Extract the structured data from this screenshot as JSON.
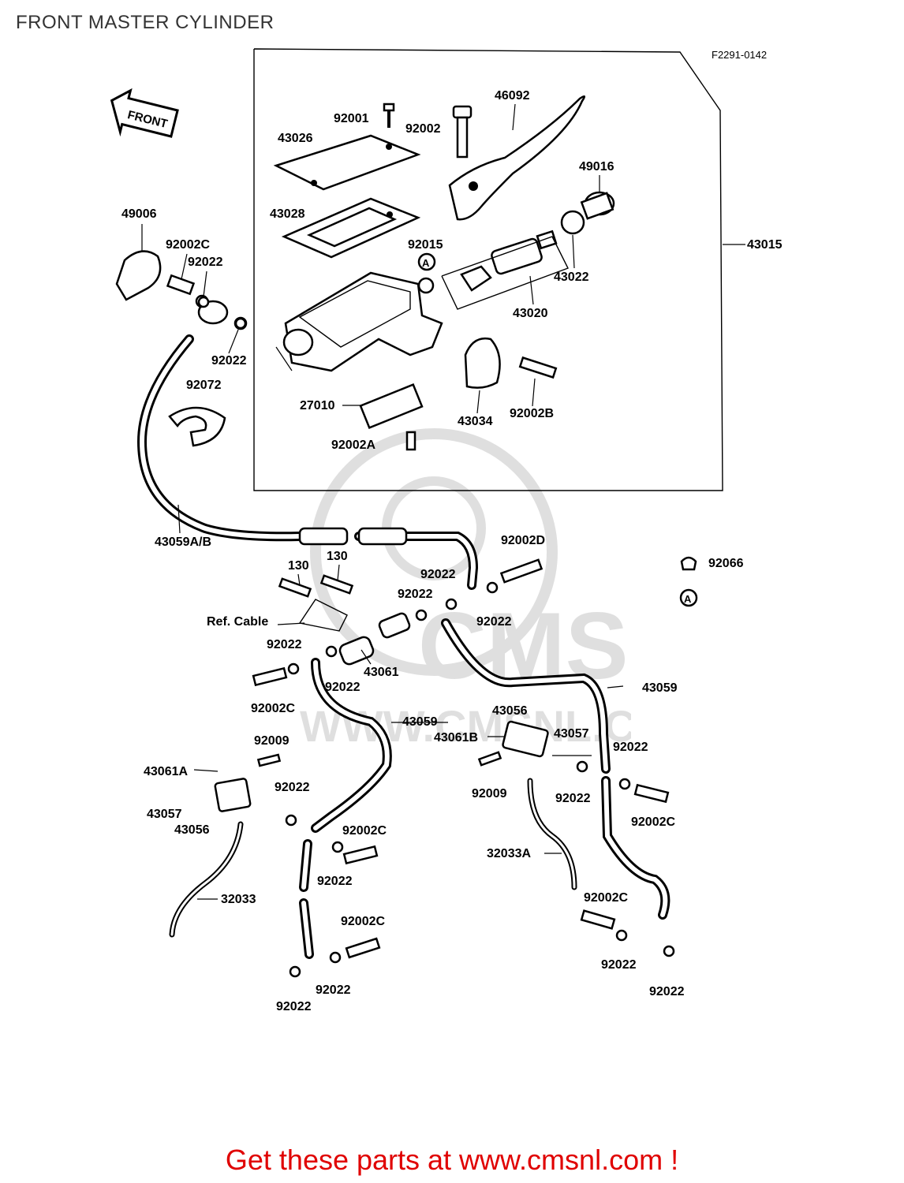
{
  "page": {
    "title": "FRONT MASTER CYLINDER",
    "figure_code": "F2291-0142",
    "front_arrow_label": "FRONT",
    "ref_marker": "A",
    "footer_cta": "Get these parts at www.cmsnl.com !",
    "watermark_text": "CMS",
    "watermark_url": "WWW.CMSNL.COM"
  },
  "parts": [
    {
      "id": "92001",
      "label": "92001"
    },
    {
      "id": "92002-top",
      "label": "92002"
    },
    {
      "id": "46092",
      "label": "46092"
    },
    {
      "id": "43026",
      "label": "43026"
    },
    {
      "id": "49016",
      "label": "49016"
    },
    {
      "id": "43028",
      "label": "43028"
    },
    {
      "id": "49006",
      "label": "49006"
    },
    {
      "id": "92002C-a",
      "label": "92002C"
    },
    {
      "id": "92022-a",
      "label": "92022"
    },
    {
      "id": "92015",
      "label": "92015"
    },
    {
      "id": "43015",
      "label": "43015"
    },
    {
      "id": "43022",
      "label": "43022"
    },
    {
      "id": "43020",
      "label": "43020"
    },
    {
      "id": "92022-b",
      "label": "92022"
    },
    {
      "id": "92072",
      "label": "92072"
    },
    {
      "id": "27010",
      "label": "27010"
    },
    {
      "id": "43034",
      "label": "43034"
    },
    {
      "id": "92002B",
      "label": "92002B"
    },
    {
      "id": "92002A",
      "label": "92002A"
    },
    {
      "id": "43059AB",
      "label": "43059A/B"
    },
    {
      "id": "92002D",
      "label": "92002D"
    },
    {
      "id": "92066",
      "label": "92066"
    },
    {
      "id": "130-a",
      "label": "130"
    },
    {
      "id": "130-b",
      "label": "130"
    },
    {
      "id": "92022-c",
      "label": "92022"
    },
    {
      "id": "92022-d",
      "label": "92022"
    },
    {
      "id": "92022-e",
      "label": "92022"
    },
    {
      "id": "ref-cable",
      "label": "Ref. Cable"
    },
    {
      "id": "92022-f",
      "label": "92022"
    },
    {
      "id": "43061",
      "label": "43061"
    },
    {
      "id": "92022-g",
      "label": "92022"
    },
    {
      "id": "92002C-b",
      "label": "92002C"
    },
    {
      "id": "43059-a",
      "label": "43059"
    },
    {
      "id": "43056-a",
      "label": "43056"
    },
    {
      "id": "43059-b",
      "label": "43059"
    },
    {
      "id": "43057-a",
      "label": "43057"
    },
    {
      "id": "43061B",
      "label": "43061B"
    },
    {
      "id": "92009-a",
      "label": "92009"
    },
    {
      "id": "92022-h",
      "label": "92022"
    },
    {
      "id": "43061A",
      "label": "43061A"
    },
    {
      "id": "92022-i",
      "label": "92022"
    },
    {
      "id": "92009-b",
      "label": "92009"
    },
    {
      "id": "92022-j",
      "label": "92022"
    },
    {
      "id": "43057-b",
      "label": "43057"
    },
    {
      "id": "92002C-c",
      "label": "92002C"
    },
    {
      "id": "43056-b",
      "label": "43056"
    },
    {
      "id": "92002C-d",
      "label": "92002C"
    },
    {
      "id": "32033A",
      "label": "32033A"
    },
    {
      "id": "92022-k",
      "label": "92022"
    },
    {
      "id": "32033",
      "label": "32033"
    },
    {
      "id": "92002C-e",
      "label": "92002C"
    },
    {
      "id": "92002C-f",
      "label": "92002C"
    },
    {
      "id": "92022-l",
      "label": "92022"
    },
    {
      "id": "92022-m",
      "label": "92022"
    },
    {
      "id": "92022-n",
      "label": "92022"
    },
    {
      "id": "92022-o",
      "label": "92022"
    }
  ],
  "colors": {
    "ink": "#000000",
    "title": "#333333",
    "cta": "#e00000",
    "background": "#ffffff"
  }
}
